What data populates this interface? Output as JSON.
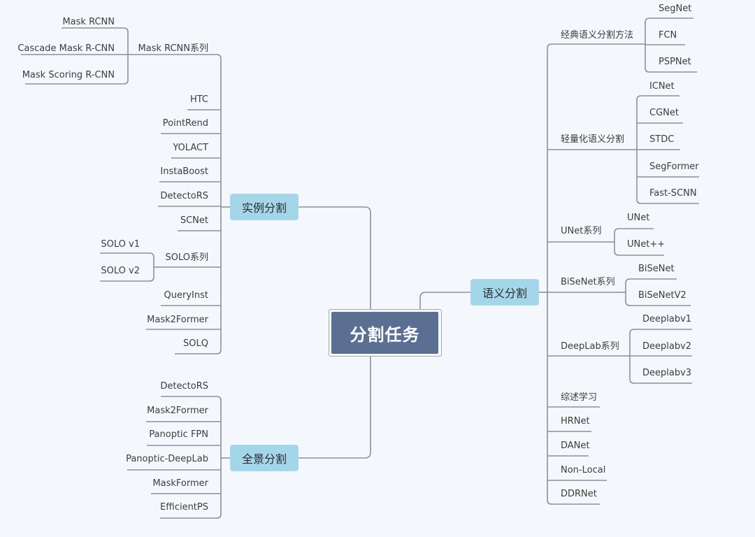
{
  "central": "分割任务",
  "instance": {
    "label": "实例分割",
    "mask_rcnn": {
      "label": "Mask RCNN系列",
      "children": [
        "Mask RCNN",
        "Cascade Mask R-CNN",
        "Mask Scoring R-CNN"
      ]
    },
    "items_a": [
      "HTC",
      "PointRend",
      "YOLACT",
      "InstaBoost",
      "DetectoRS",
      "SCNet"
    ],
    "solo": {
      "label": "SOLO系列",
      "children": [
        "SOLO v1",
        "SOLO v2"
      ]
    },
    "items_b": [
      "QueryInst",
      "Mask2Former",
      "SOLQ"
    ]
  },
  "panoptic": {
    "label": "全景分割",
    "items": [
      "DetectoRS",
      "Mask2Former",
      "Panoptic FPN",
      "Panoptic-DeepLab",
      "MaskFormer",
      "EfficientPS"
    ]
  },
  "semantic": {
    "label": "语义分割",
    "classic": {
      "label": "经典语义分割方法",
      "children": [
        "SegNet",
        "FCN",
        "PSPNet"
      ]
    },
    "light": {
      "label": "轻量化语义分割",
      "children": [
        "ICNet",
        "CGNet",
        "STDC",
        "SegFormer",
        "Fast-SCNN"
      ]
    },
    "unet": {
      "label": "UNet系列",
      "children": [
        "UNet",
        "UNet++"
      ]
    },
    "bisenet": {
      "label": "BiSeNet系列",
      "children": [
        "BiSeNet",
        "BiSeNetV2"
      ]
    },
    "deeplab": {
      "label": "DeepLab系列",
      "children": [
        "Deeplabv1",
        "Deeplabv2",
        "Deeplabv3"
      ]
    },
    "items": [
      "综述学习",
      "HRNet",
      "DANet",
      "Non-Local",
      "DDRNet"
    ]
  },
  "colors": {
    "line": "#8a919c",
    "topic": "#a4d6ea",
    "central": "#5b6f93",
    "background": "#f4f8fc"
  }
}
